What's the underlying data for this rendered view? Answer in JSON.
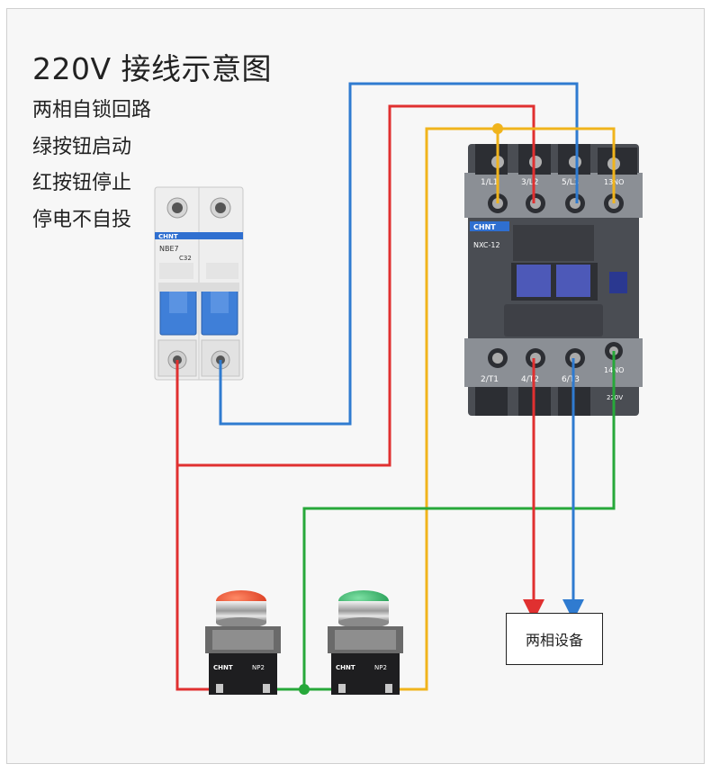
{
  "title": "220V 接线示意图",
  "notes": [
    "两相自锁回路",
    "绿按钮启动",
    "红按钮停止",
    "停电不自投"
  ],
  "breaker": {
    "brand": "CHNT",
    "model": "NBE7",
    "rating": "C32"
  },
  "contactor": {
    "brand": "CHNT",
    "model": "NXC-12",
    "top_terminals": [
      "1/L1",
      "3/L2",
      "5/L3",
      "13NO"
    ],
    "bottom_terminals": [
      "2/T1",
      "4/T2",
      "6/T3",
      "14NO"
    ],
    "coil_label": "220V"
  },
  "buttons": {
    "stop": {
      "brand": "CHNT",
      "model": "NP2"
    },
    "start": {
      "brand": "CHNT",
      "model": "NP2"
    }
  },
  "equipment": {
    "label": "两相设备"
  },
  "colors": {
    "red_wire": "#e03030",
    "blue_wire": "#2f7bd0",
    "yellow_wire": "#f0b41c",
    "green_wire": "#27a83a",
    "contactor_body": "#4a4d53",
    "contactor_terminal_block": "#8b8f95",
    "breaker_body": "#eeeeee",
    "breaker_handle": "#3f7fd8",
    "stop_button": "#e5482a",
    "start_button": "#2fa860"
  }
}
